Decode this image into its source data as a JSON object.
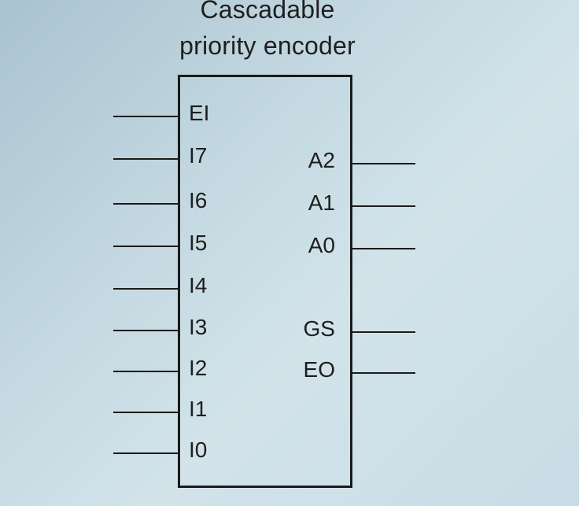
{
  "title": {
    "line1": "Cascadable",
    "line2": "priority encoder"
  },
  "inputs": [
    "EI",
    "I7",
    "I6",
    "I5",
    "I4",
    "I3",
    "I2",
    "I1",
    "I0"
  ],
  "outputs": [
    "A2",
    "A1",
    "A0",
    "GS",
    "EO"
  ],
  "colors": {
    "line": "#1b1b1b",
    "text": "#1e1e1e",
    "background": "#c3d8e1"
  }
}
